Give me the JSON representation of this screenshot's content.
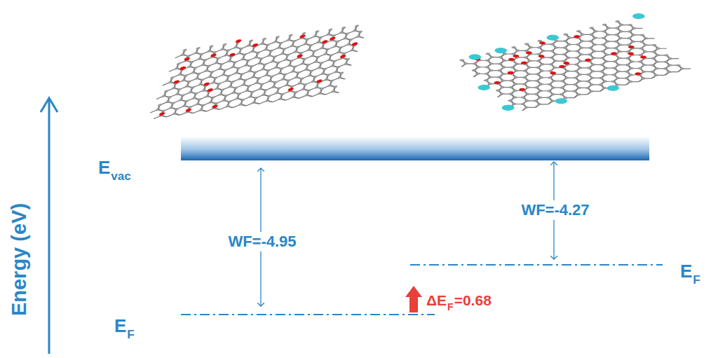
{
  "diagram": {
    "labels": [
      "Energy (eV)",
      "E",
      "vac",
      "WF=-4.95",
      "WF=-4.27",
      "E",
      "F",
      "E",
      "F",
      "ΔE",
      "F",
      "=0.68"
    ]
  }
}
